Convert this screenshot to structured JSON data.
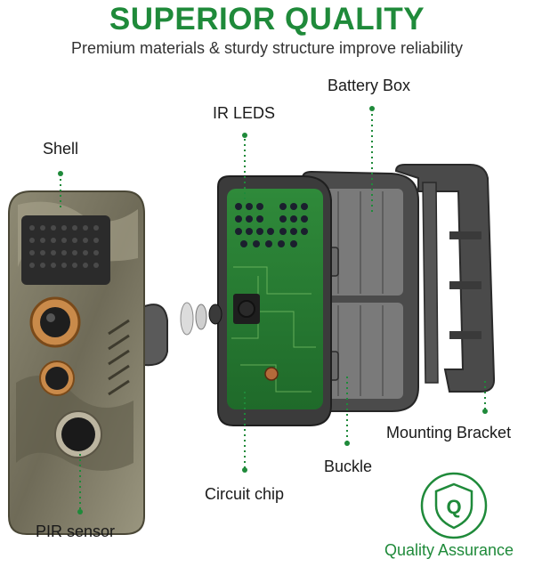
{
  "header": {
    "title": "SUPERIOR QUALITY",
    "subtitle": "Premium materials & sturdy structure improve reliability"
  },
  "labels": {
    "battery_box": "Battery Box",
    "ir_leds": "IR LEDS",
    "shell": "Shell",
    "mounting_bracket": "Mounting Bracket",
    "buckle": "Buckle",
    "circuit_chip": "Circuit chip",
    "pir_sensor": "PIR sensor"
  },
  "badge": {
    "label": "Quality Assurance",
    "glyph": "Q",
    "icon": "shield-q-icon",
    "color": "#1f8a3a"
  },
  "colors": {
    "accent": "#1f8a3a",
    "leader": "#1f8a3a"
  }
}
